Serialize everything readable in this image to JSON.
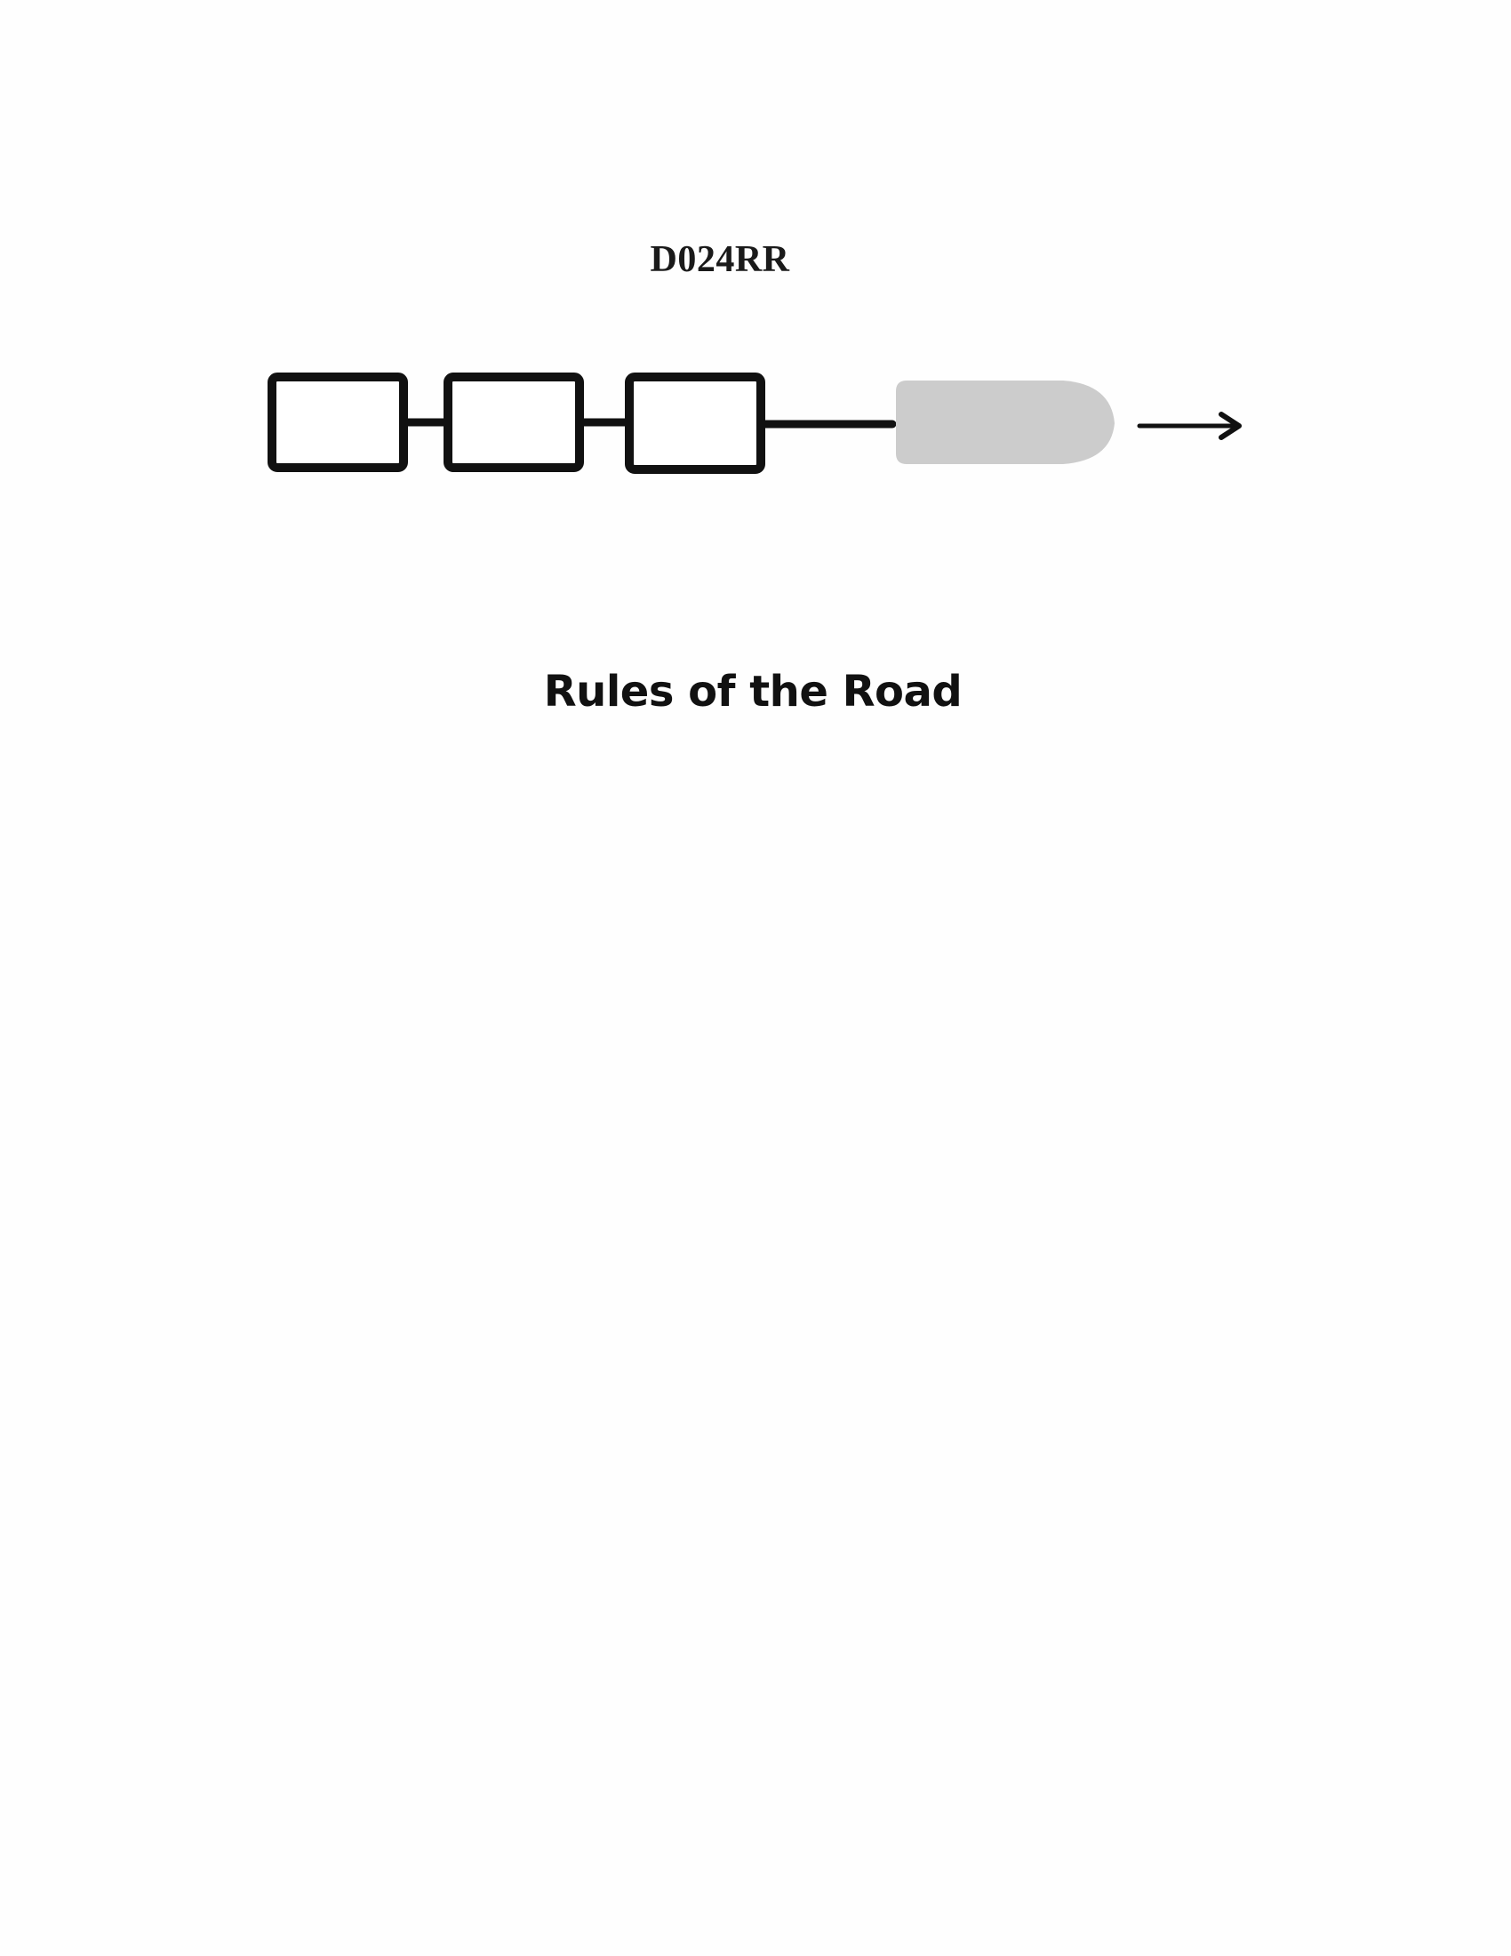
{
  "document": {
    "diagram_code": "D024RR",
    "title": "Rules of the Road"
  },
  "diagram": {
    "description_kind": "vessel-towing-three-barges-schematic",
    "elements": [
      {
        "name": "barge-1",
        "shape": "rectangle"
      },
      {
        "name": "barge-2",
        "shape": "rectangle"
      },
      {
        "name": "barge-3",
        "shape": "rectangle"
      },
      {
        "name": "towing-vessel",
        "shape": "hull"
      },
      {
        "name": "direction-arrow",
        "shape": "arrow"
      }
    ],
    "colors": {
      "barge_stroke": "#111111",
      "line": "#111111",
      "vessel_fill": "#cccccc",
      "arrow": "#111111"
    }
  }
}
